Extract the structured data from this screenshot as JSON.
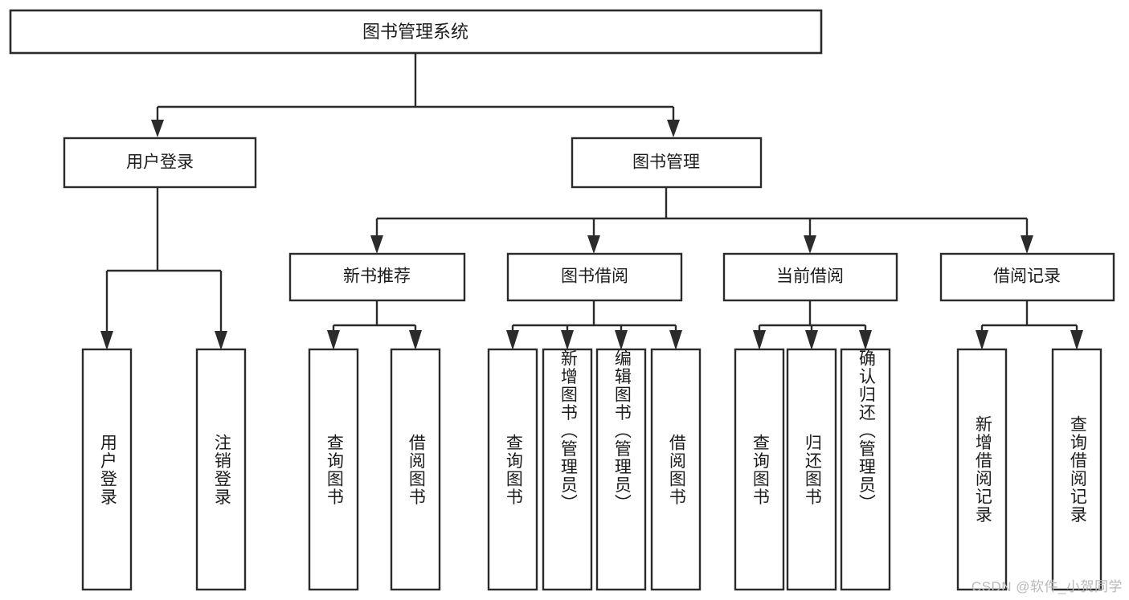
{
  "diagram": {
    "type": "tree-hierarchy-chart",
    "title": "图书管理系统",
    "orientation": "top-down",
    "colors": {
      "box_fill": "#ffffff",
      "box_stroke": "#2b2b2b",
      "text": "#1c1c1c",
      "background": "#ffffff",
      "watermark": "#b9b9b9"
    },
    "root": {
      "label": "图书管理系统"
    },
    "level2": [
      {
        "label": "用户登录"
      },
      {
        "label": "图书管理"
      }
    ],
    "level3": [
      {
        "label": "新书推荐"
      },
      {
        "label": "图书借阅"
      },
      {
        "label": "当前借阅"
      },
      {
        "label": "借阅记录"
      }
    ],
    "leaves": {
      "user_login": [
        {
          "label": "用户登录"
        },
        {
          "label": "注销登录"
        }
      ],
      "new_book_recommend": [
        {
          "label": "查询图书"
        },
        {
          "label": "借阅图书"
        }
      ],
      "book_borrow": [
        {
          "label": "查询图书"
        },
        {
          "label": "新增图书（管理员）"
        },
        {
          "label": "编辑图书（管理员）"
        },
        {
          "label": "借阅图书"
        }
      ],
      "current_borrow": [
        {
          "label": "查询图书"
        },
        {
          "label": "归还图书"
        },
        {
          "label": "确认归还（管理员）"
        }
      ],
      "borrow_record": [
        {
          "label": "新增借阅记录"
        },
        {
          "label": "查询借阅记录"
        }
      ]
    }
  },
  "watermark": {
    "text": "CSDN @软件_小贺同学"
  }
}
